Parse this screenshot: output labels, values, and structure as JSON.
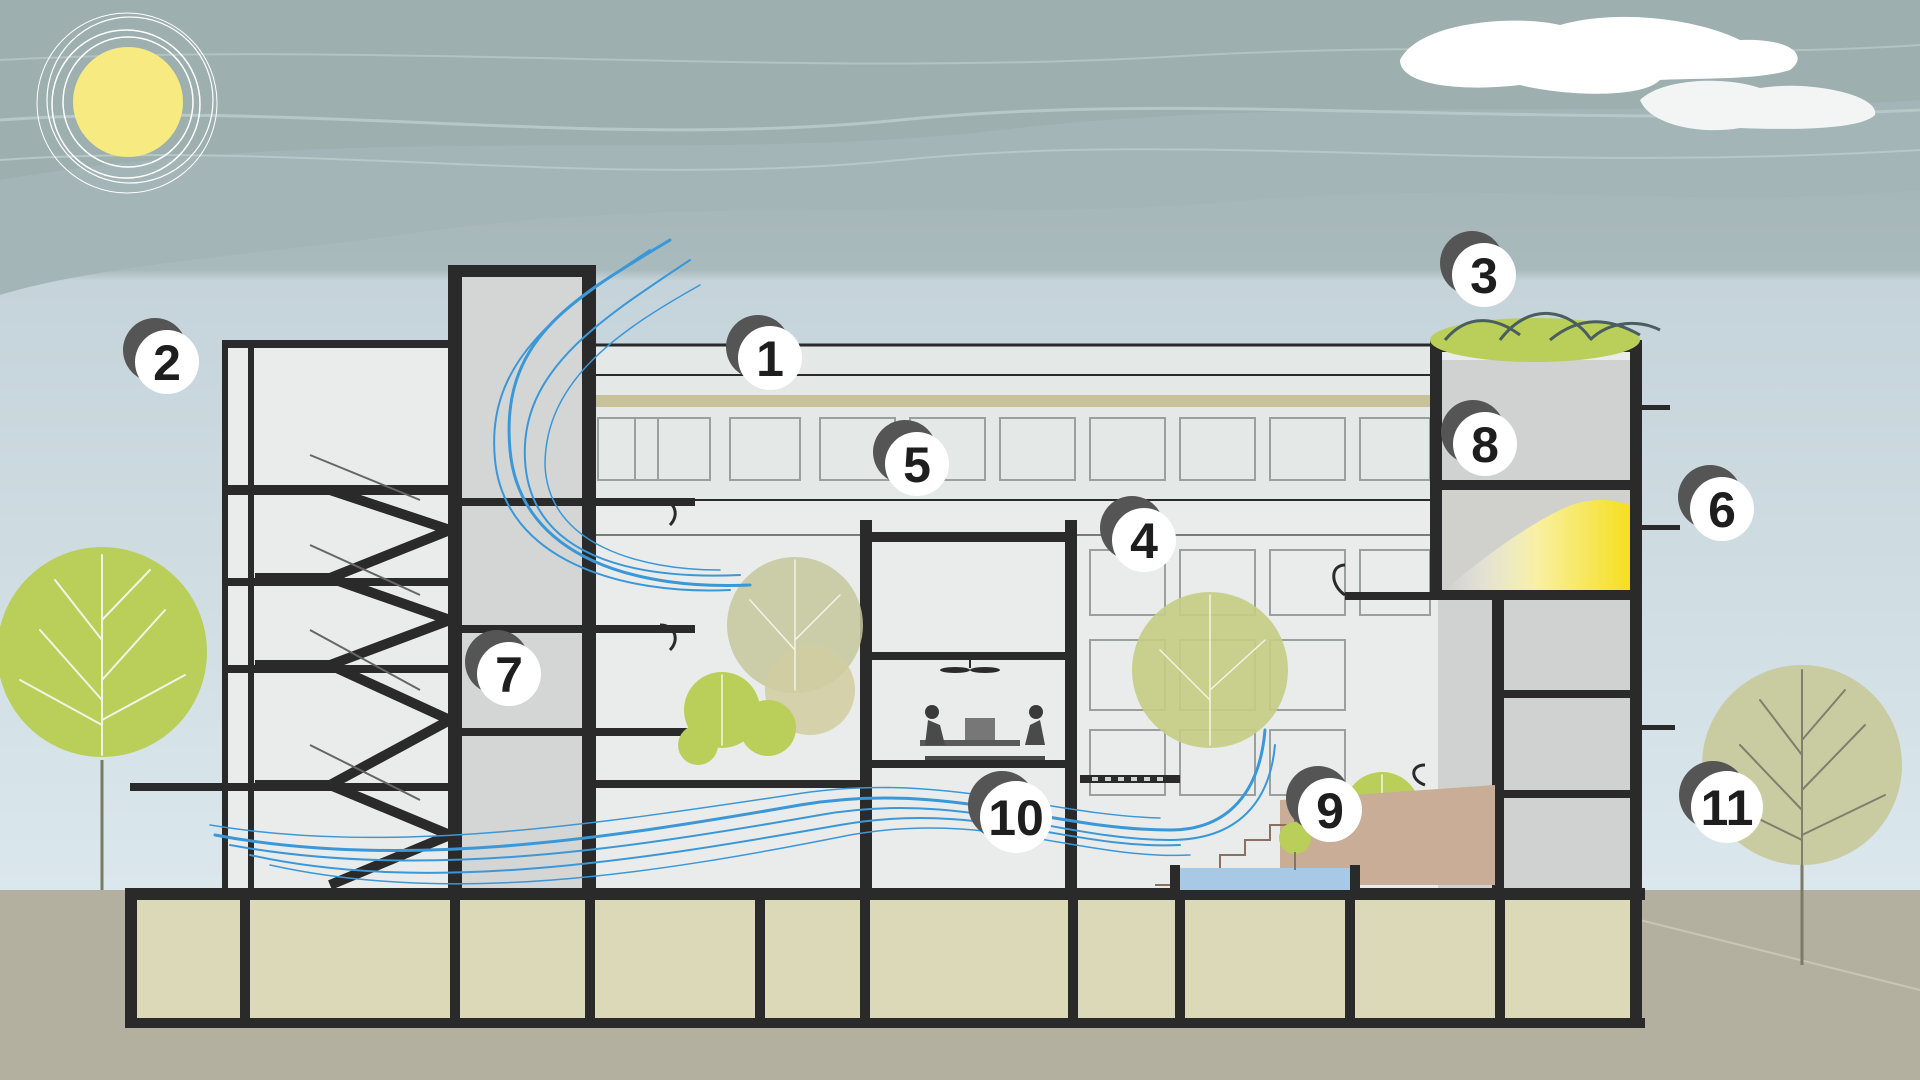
{
  "diagram": {
    "kind": "building-section-illustration",
    "markers": [
      {
        "id": "1",
        "label": "1"
      },
      {
        "id": "2",
        "label": "2"
      },
      {
        "id": "3",
        "label": "3"
      },
      {
        "id": "4",
        "label": "4"
      },
      {
        "id": "5",
        "label": "5"
      },
      {
        "id": "6",
        "label": "6"
      },
      {
        "id": "7",
        "label": "7"
      },
      {
        "id": "8",
        "label": "8"
      },
      {
        "id": "9",
        "label": "9"
      },
      {
        "id": "10",
        "label": "10"
      },
      {
        "id": "11",
        "label": "11"
      }
    ],
    "colors": {
      "sky_top": "#a3b4b5",
      "sky_bottom": "#dbe8f0",
      "ground": "#b3b09f",
      "basement": "#dcd9b8",
      "wall": "#2a2a2a",
      "airflow": "#3a97d8",
      "tree_green": "#b9cf5a",
      "tree_grey": "#c9cca0",
      "sun": "#f7ea80",
      "soil": "#c9ad96",
      "light": "#f4e33a"
    }
  }
}
